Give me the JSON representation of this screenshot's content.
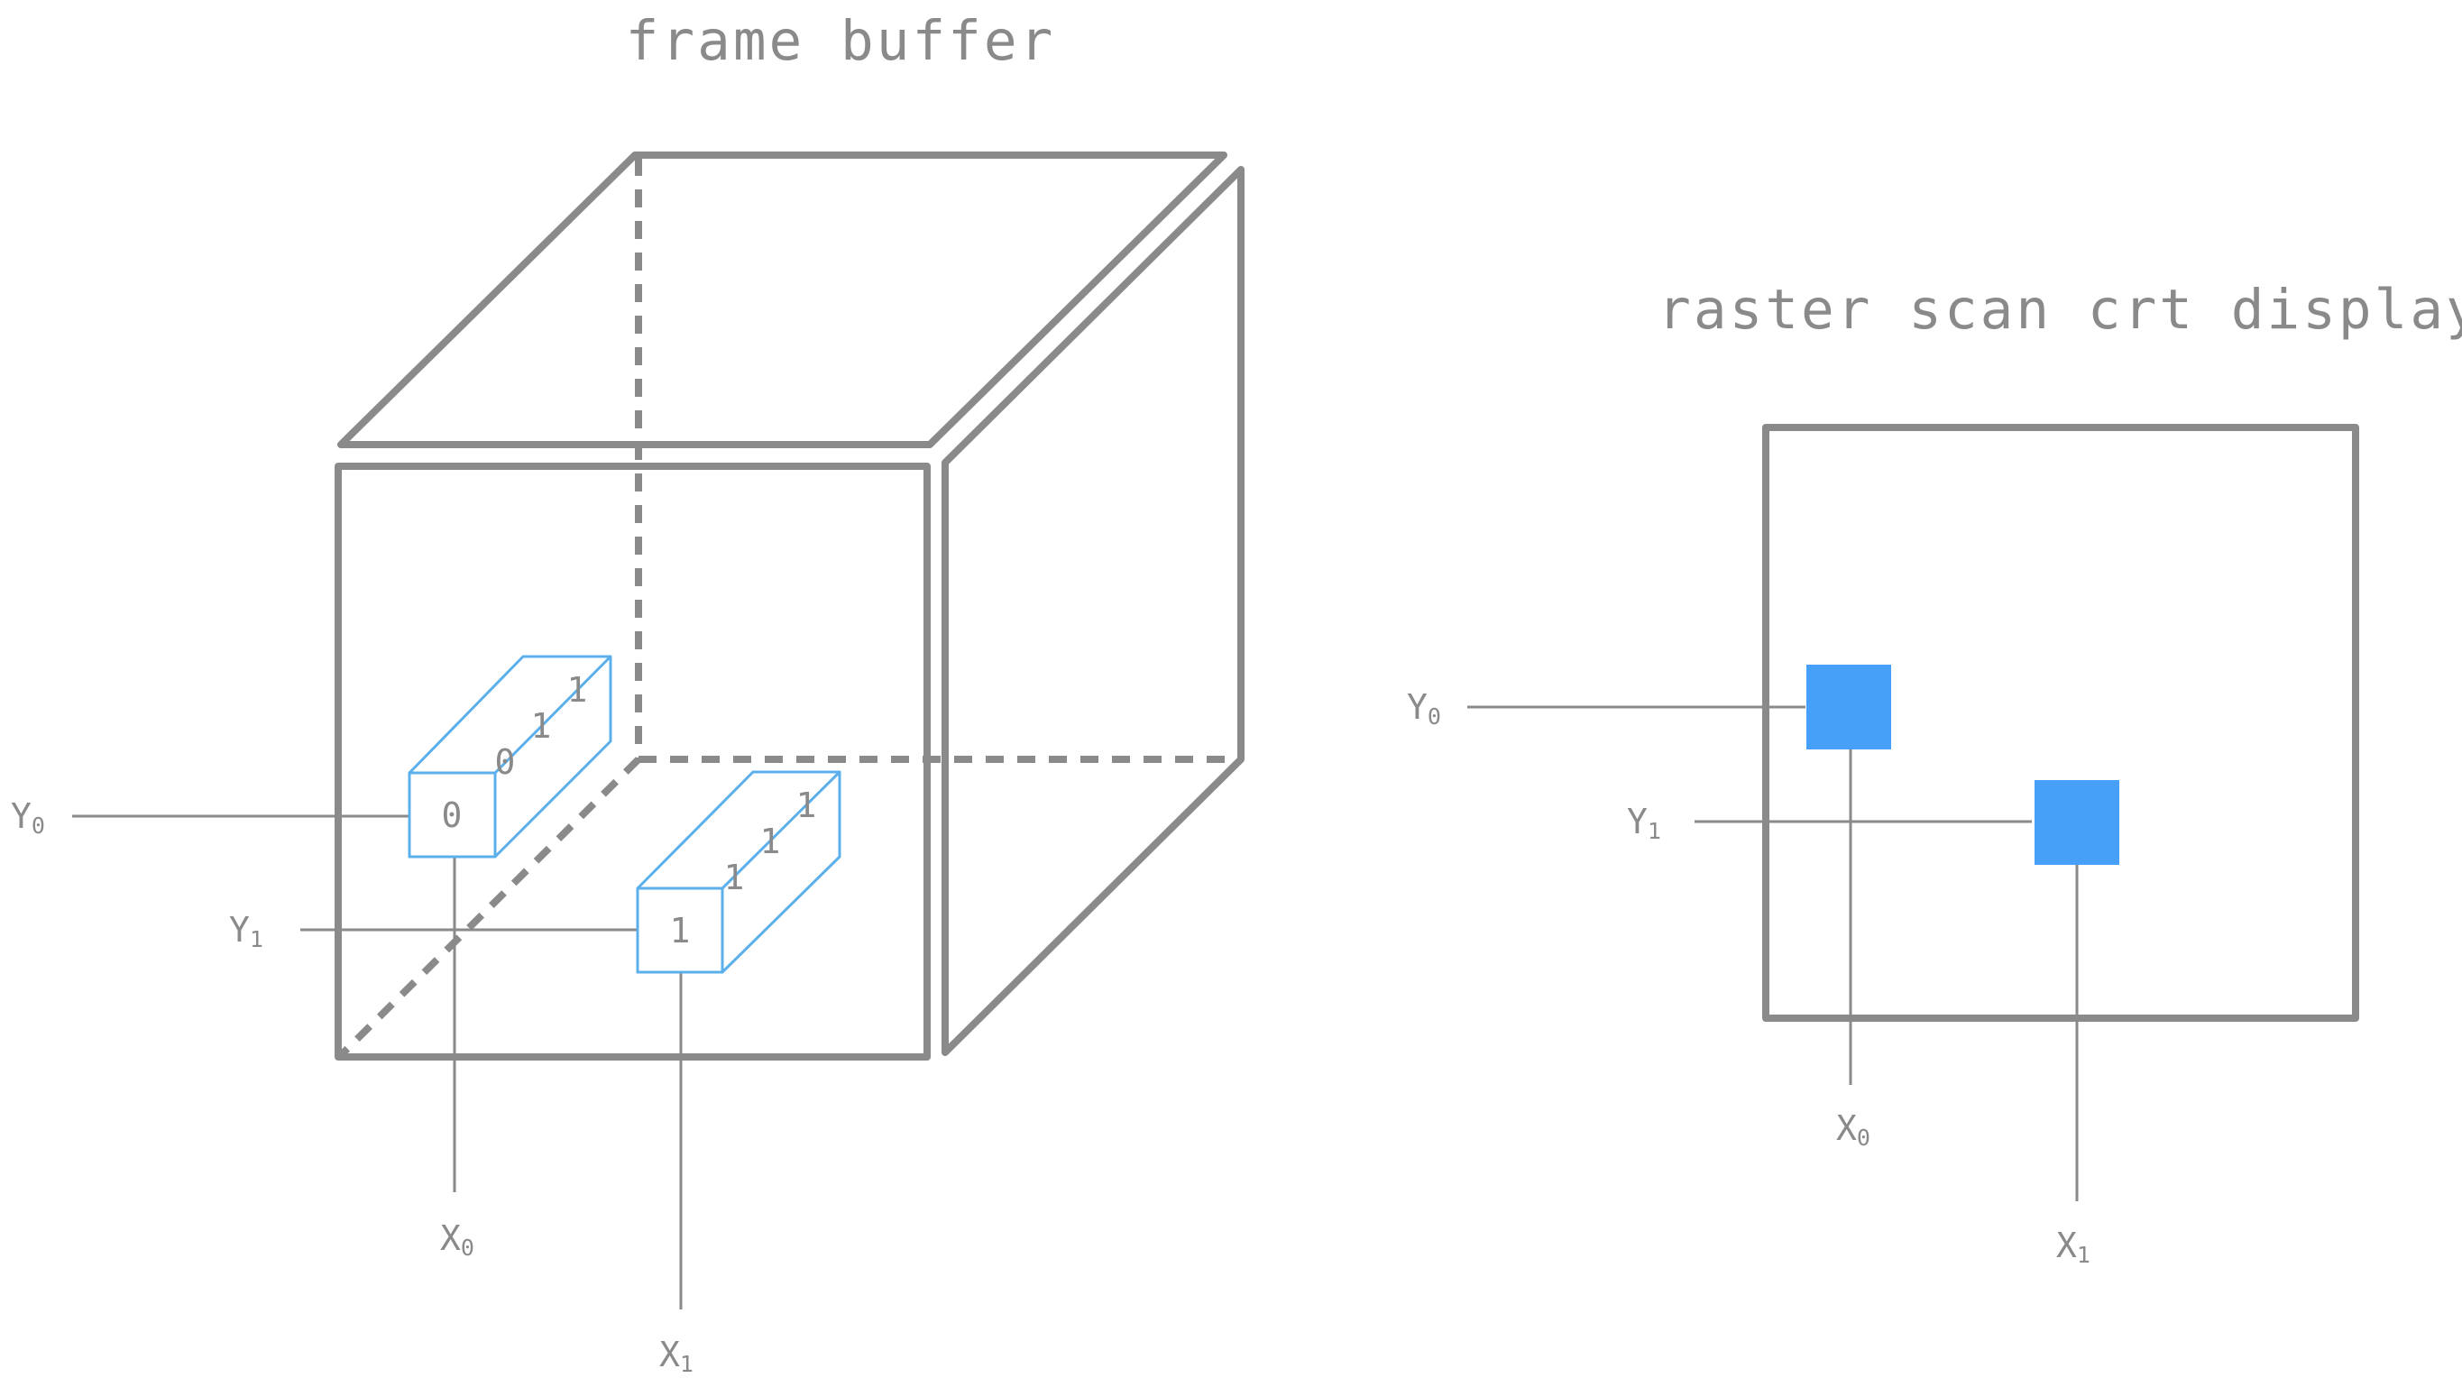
{
  "titles": {
    "frame_buffer": "frame buffer",
    "crt_display": "raster scan crt display"
  },
  "labels": {
    "y0": "Y",
    "y0_sub": "0",
    "y1": "Y",
    "y1_sub": "1",
    "x0": "X",
    "x0_sub": "0",
    "x1": "X",
    "x1_sub": "1"
  },
  "frame_buffer": {
    "cell_0_bits": [
      "0",
      "0",
      "1",
      "1"
    ],
    "cell_1_bits": [
      "1",
      "1",
      "1",
      "1"
    ]
  },
  "colors": {
    "outline": "#8a8a8a",
    "bit_cell": "#5bb0ec",
    "pixel": "#47a0f8"
  }
}
